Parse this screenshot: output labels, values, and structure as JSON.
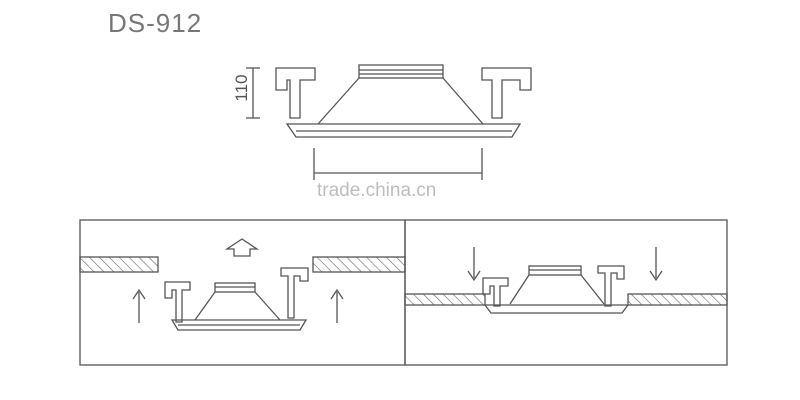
{
  "diagram": {
    "title": "DS-912",
    "dimension_label": "110",
    "watermark": "trade.china.cn"
  },
  "colors": {
    "line": "#555555",
    "hatch": "#666666",
    "text": "#777777",
    "watermark": "#bdbdbd"
  },
  "icons": {
    "arrow_up_hollow": "arrow-up-hollow-icon",
    "arrow_up": "arrow-up-icon",
    "arrow_down": "arrow-down-icon"
  }
}
